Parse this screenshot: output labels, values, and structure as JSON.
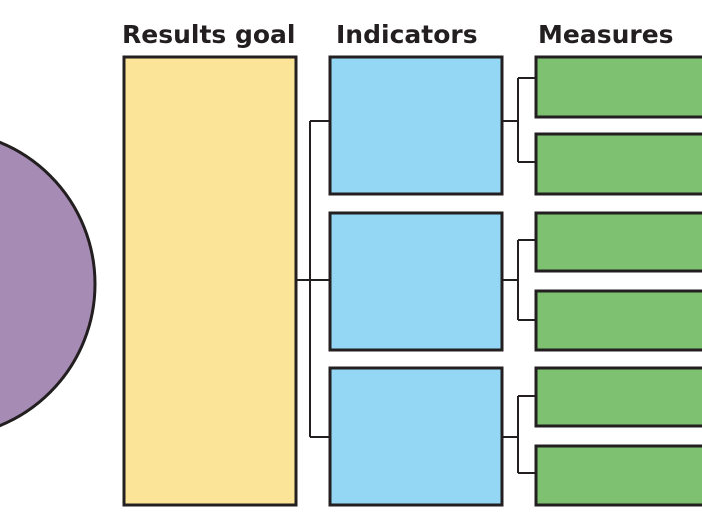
{
  "headings": {
    "results_goal": "Results goal",
    "indicators": "Indicators",
    "measures": "Measures"
  },
  "structure": {
    "indicator_count": 3,
    "measures_per_indicator": 2
  },
  "colors": {
    "circle": "#a68cb4",
    "results_goal": "#fbe498",
    "indicator": "#93d7f5",
    "measure": "#7ec170",
    "stroke": "#231f20"
  }
}
